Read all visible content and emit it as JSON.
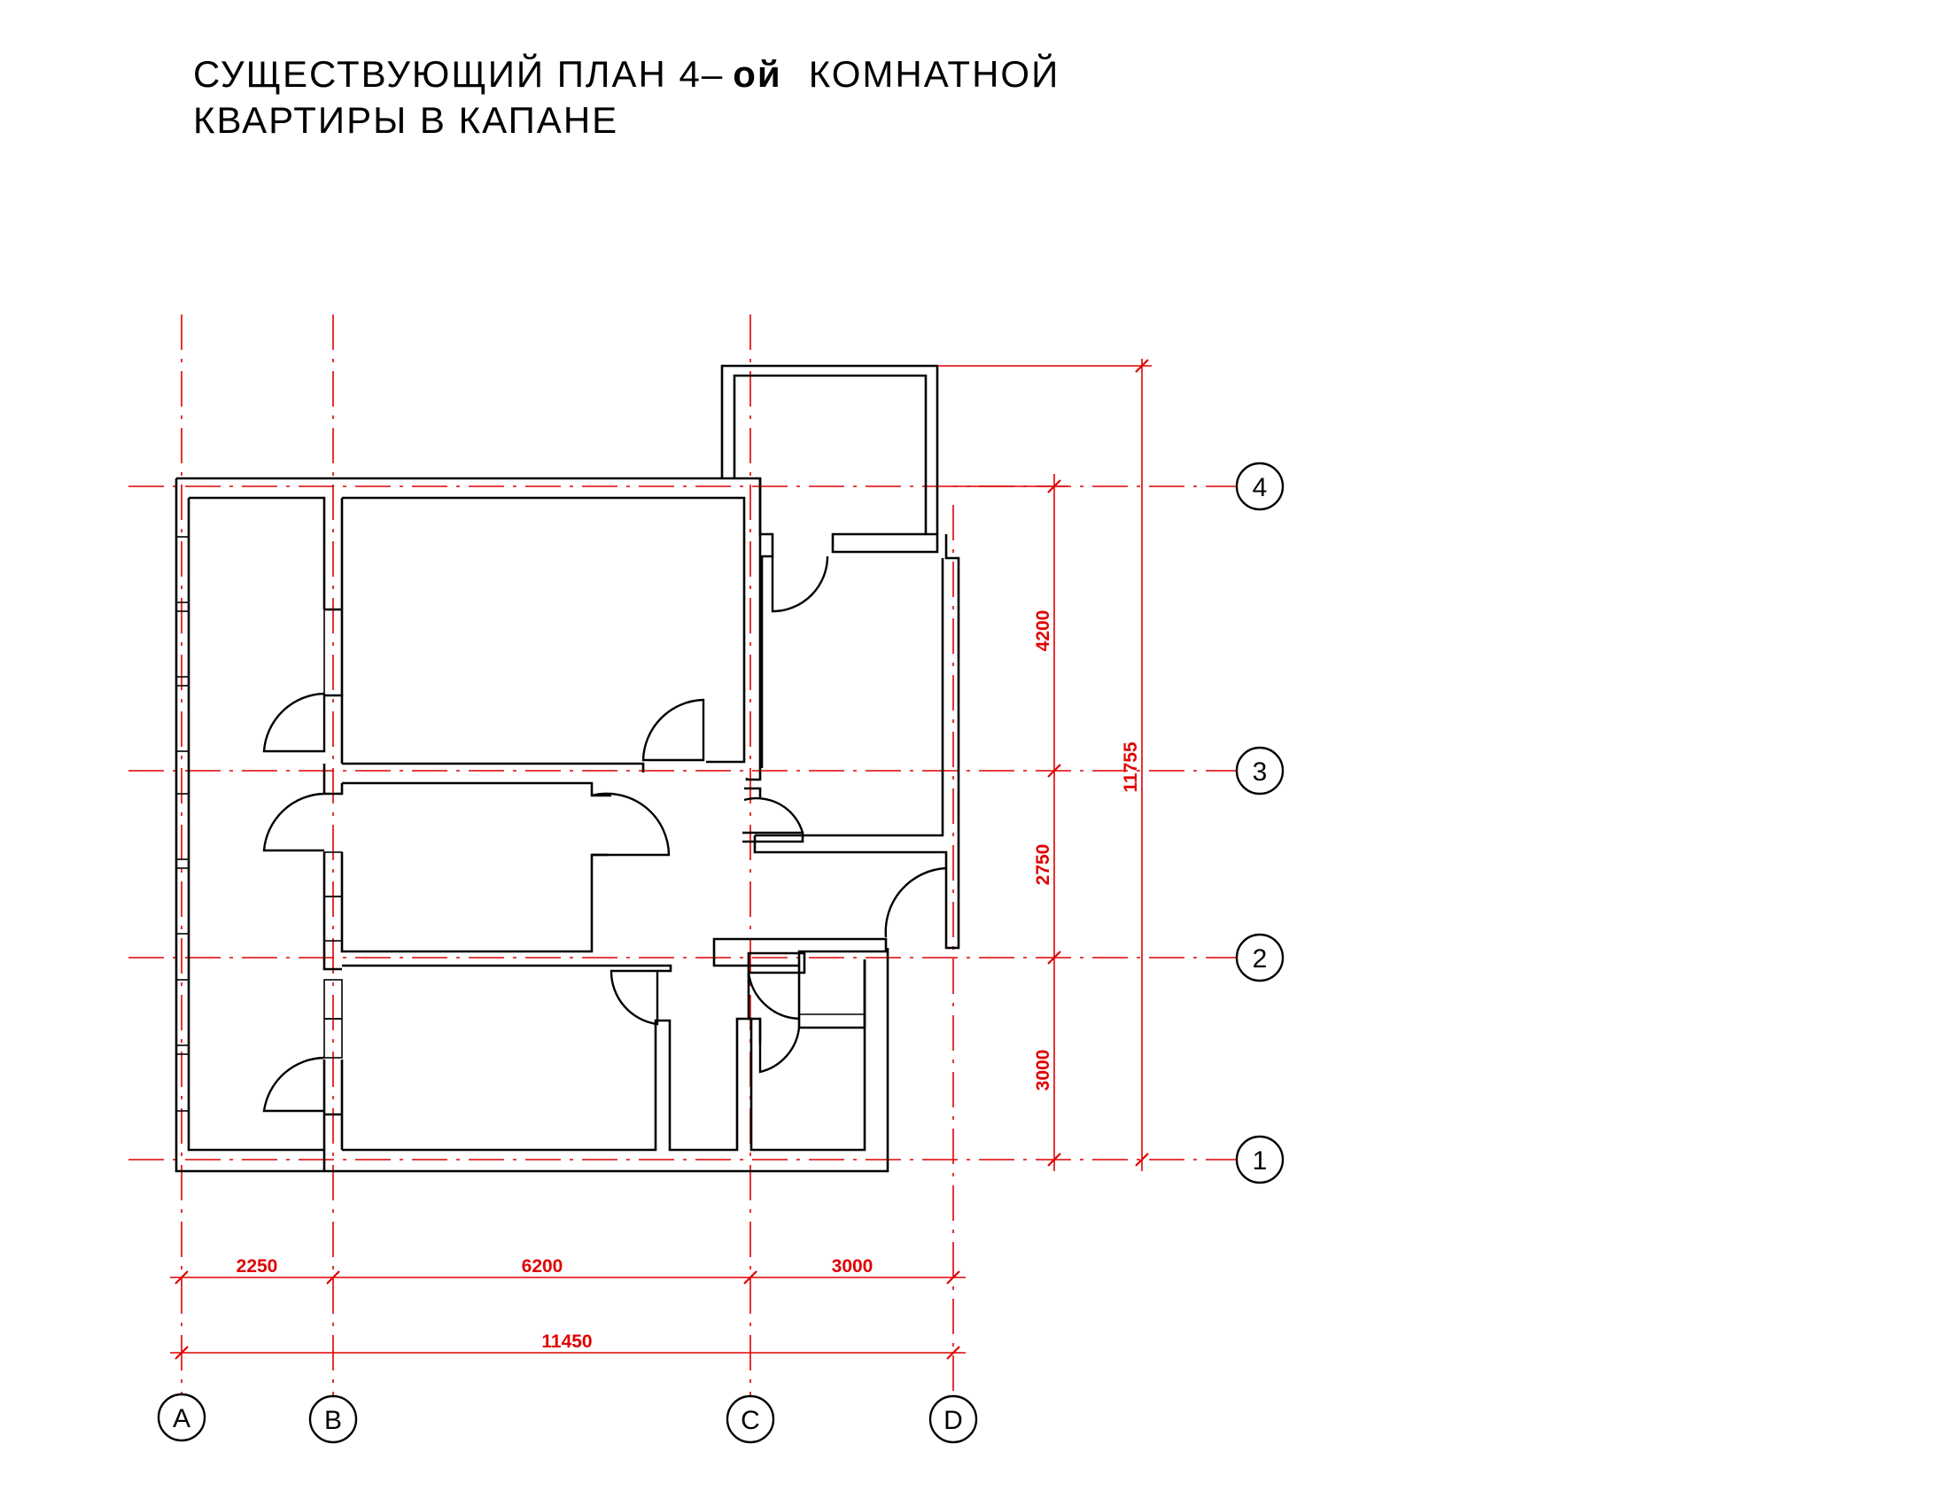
{
  "title": {
    "line1_part1": "СУЩЕСТВУЮЩИЙ ПЛАН 4–",
    "line1_bold": "ой",
    "line1_part2": "КОМНАТНОЙ",
    "line2": "КВАРТИРЫ В КАПАНЕ"
  },
  "axes": {
    "columns": [
      {
        "label": "A"
      },
      {
        "label": "B"
      },
      {
        "label": "C"
      },
      {
        "label": "D"
      }
    ],
    "rows": [
      {
        "label": "4"
      },
      {
        "label": "3"
      },
      {
        "label": "2"
      },
      {
        "label": "1"
      }
    ]
  },
  "dimensions": {
    "horizontal_segments": [
      "2250",
      "6200",
      "3000"
    ],
    "horizontal_total": "11450",
    "vertical_segments": [
      "4200",
      "2750",
      "3000"
    ],
    "vertical_total": "11755"
  },
  "colors": {
    "axis": "#e00000",
    "wall": "#000000",
    "dimension_text": "#e00000"
  }
}
